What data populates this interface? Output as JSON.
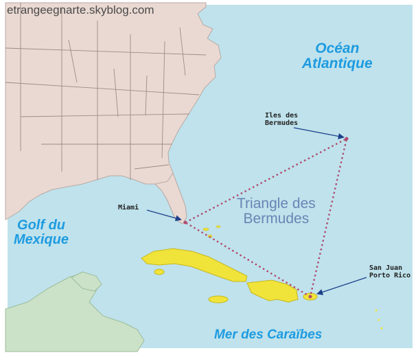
{
  "watermark": "etrangeegnarte.skyblog.com",
  "labels": {
    "ocean_line1": "Océan",
    "ocean_line2": "Atlantique",
    "gulf_line1": "Golf du",
    "gulf_line2": "Mexique",
    "caribbean": "Mer des Caraïbes",
    "triangle_line1": "Triangle des",
    "triangle_line2": "Bermudes",
    "bermuda_line1": "Iles des",
    "bermuda_line2": "Bermudes",
    "miami": "Miami",
    "sanjuan_line1": "San Juan",
    "sanjuan_line2": "Porto Rico"
  },
  "colors": {
    "sea": "#bfe2ec",
    "land": "#ead9d2",
    "mexico": "#cbe2c8",
    "islands": "#f0e33a",
    "triangle": "#b04a6e",
    "ocean_text": "#1e9be0",
    "triangle_text": "#6a84b4"
  }
}
